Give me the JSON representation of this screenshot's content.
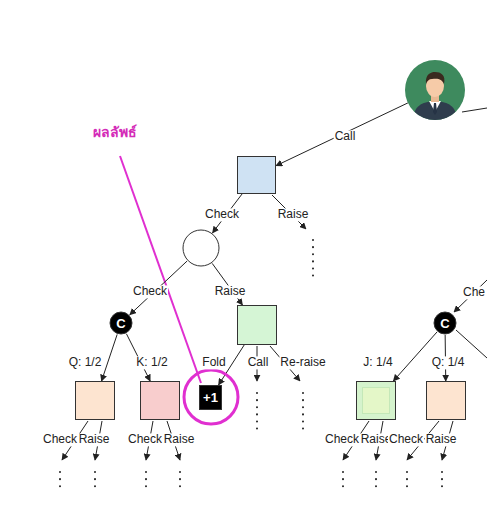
{
  "diagram": {
    "nodes": [
      {
        "text": []
      },
      {
        "text": []
      },
      {
        "text": []
      },
      {
        "text": [
          "C"
        ]
      },
      {
        "text": []
      },
      {
        "text": [
          "C"
        ]
      },
      {
        "text": []
      },
      {
        "text": []
      },
      {
        "text": [
          "+1"
        ]
      },
      {
        "text": []
      },
      {
        "text": []
      }
    ],
    "edges": [
      {
        "from": 0,
        "to": 1,
        "label": "Call",
        "arrow": "to"
      },
      {
        "from": 1,
        "to": 2,
        "label": "Check",
        "arrow": "to"
      },
      {
        "from": 2,
        "to": 3,
        "label": "Check",
        "arrow": "to"
      },
      {
        "from": 2,
        "to": 4,
        "label": "Raise",
        "arrow": "to"
      },
      {
        "from": 3,
        "to": 6,
        "label": "Q: 1/2",
        "arrow": "to"
      },
      {
        "from": 3,
        "to": 7,
        "label": "K: 1/2",
        "arrow": "to"
      },
      {
        "from": 4,
        "to": 8,
        "label": "Fold",
        "arrow": "to"
      },
      {
        "from": 5,
        "to": 9,
        "label": "J: 1/4",
        "arrow": "to"
      },
      {
        "from": 5,
        "to": 10,
        "label": "Q: 1/4",
        "arrow": "to"
      }
    ],
    "labels": [
      "ผลลัพธ์",
      "Raise",
      "Che",
      "Call",
      "Re-raise",
      "Check",
      "Raise",
      "Check",
      "Raise",
      "Check",
      "Raise",
      "Check",
      "Raise"
    ]
  }
}
